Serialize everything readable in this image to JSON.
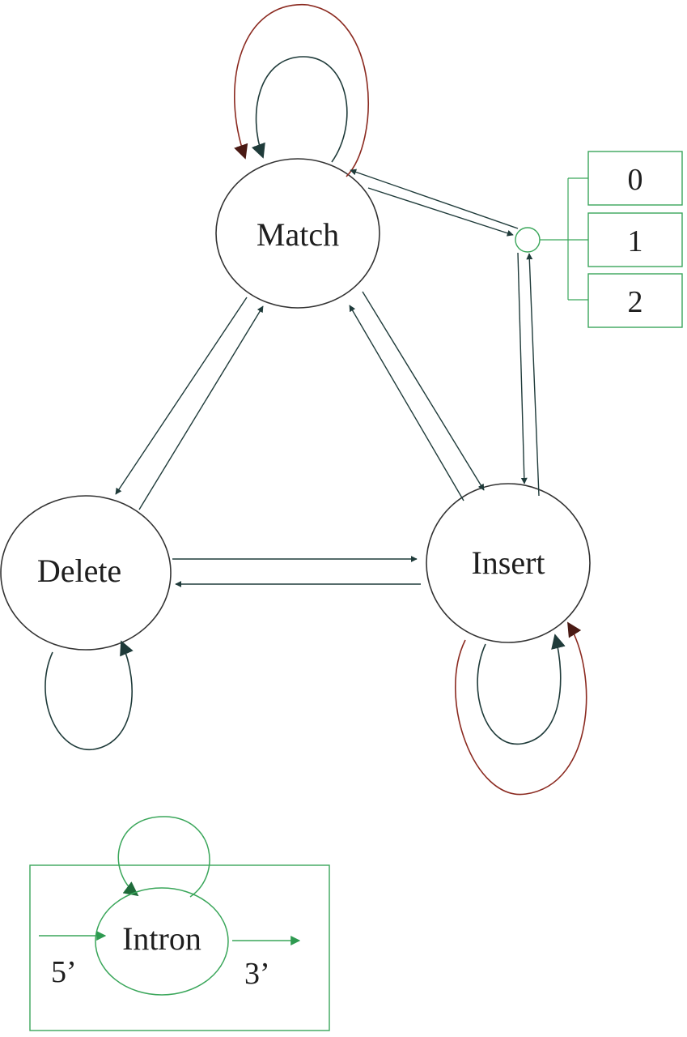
{
  "states": {
    "match": "Match",
    "delete": "Delete",
    "insert": "Insert"
  },
  "frames": [
    "0",
    "1",
    "2"
  ],
  "intron": {
    "label": "Intron",
    "five_prime": "5’",
    "three_prime": "3’"
  },
  "colors": {
    "main_edges": "#1f3b3a",
    "loop_red": "#8b2a20",
    "green": "#3aa65a",
    "circle_stroke": "#333333",
    "text": "#1e1e1e"
  }
}
